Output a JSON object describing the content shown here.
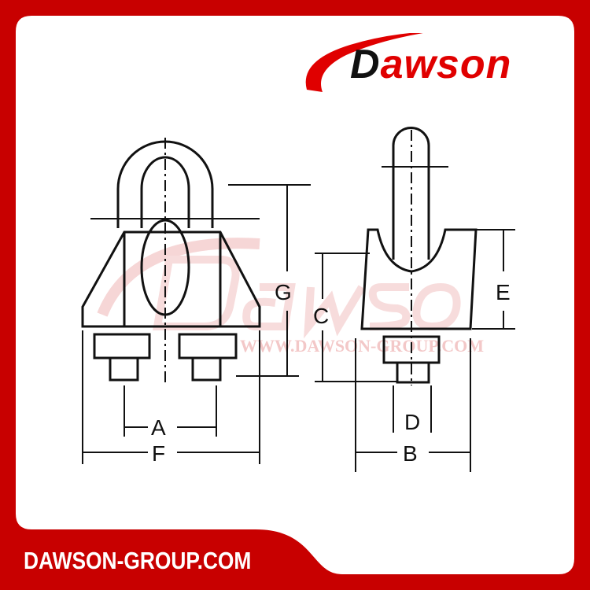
{
  "brand": {
    "logo_text": "Dawson",
    "logo_first_letter": "D",
    "logo_rest": "awson",
    "website": "DAWSON-GROUP.COM",
    "watermark": "WWW.DAWSON-GROUP.COM",
    "watermark_logo": "Dawson"
  },
  "diagram": {
    "dimension_labels": {
      "A": "A",
      "B": "B",
      "C": "C",
      "D": "D",
      "E": "E",
      "F": "F",
      "G": "G"
    }
  },
  "colors": {
    "frame": "#c80000",
    "logo_red": "#e00000",
    "logo_black": "#111111",
    "watermark": "#f3c8c8"
  }
}
